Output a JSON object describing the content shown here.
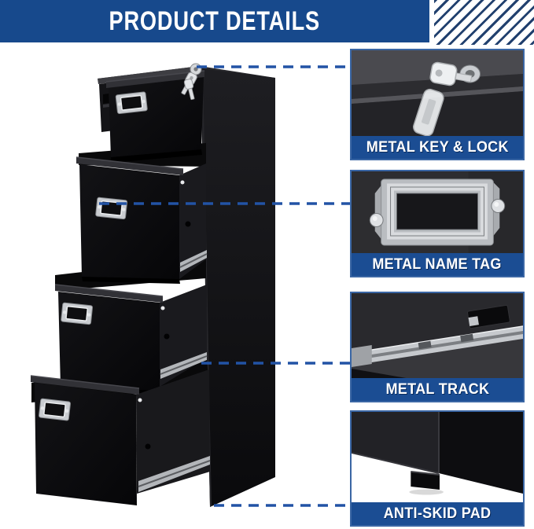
{
  "header": {
    "title": "PRODUCT DETAILS"
  },
  "product": {
    "image": "black-4-drawer-vertical-file-cabinet",
    "description": "Black vertical filing cabinet shown with all four drawers pulled open and keys hanging from the top lock"
  },
  "callouts": [
    {
      "id": "metal-key-lock",
      "label": "METAL KEY & LOCK",
      "photo": "keys-in-lock-closeup"
    },
    {
      "id": "metal-name-tag",
      "label": "METAL NAME TAG",
      "photo": "label-holder-closeup"
    },
    {
      "id": "metal-track",
      "label": "METAL TRACK",
      "photo": "drawer-slide-rail-closeup"
    },
    {
      "id": "anti-skid-pad",
      "label": "ANTI-SKID PAD",
      "photo": "foot-pad-closeup"
    }
  ],
  "colors": {
    "banner_blue": "#17498c",
    "label_bar_blue": "#1b4d93",
    "panel_border_blue": "#3a66a4",
    "connector_blue": "#2253a5",
    "stripe_navy": "#21406e",
    "cabinet_black": "#0d0d10",
    "metal_silver": "#c6c9cd"
  }
}
